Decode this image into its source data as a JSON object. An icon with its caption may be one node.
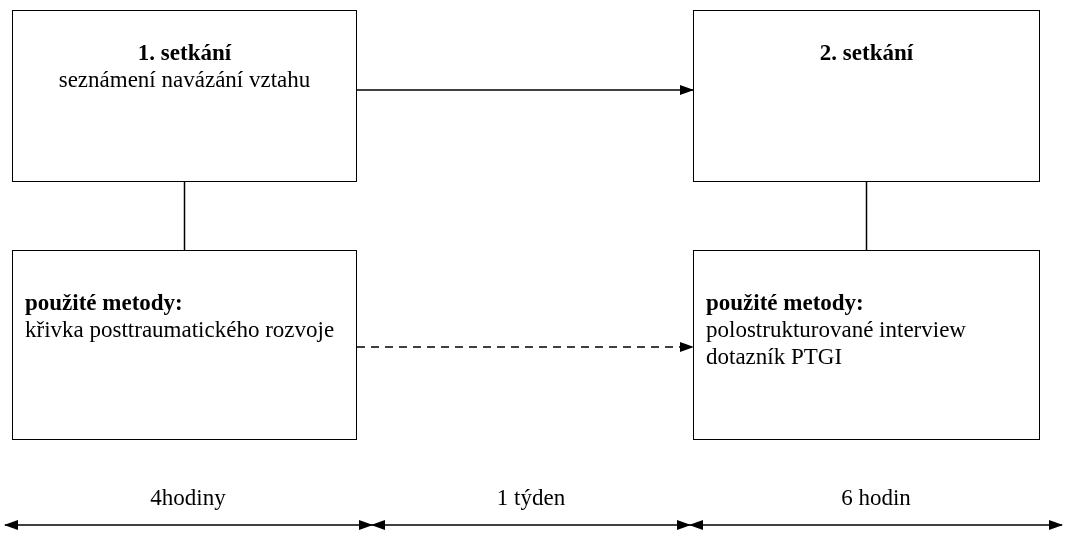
{
  "diagram": {
    "nodes": [
      {
        "text": [
          "1. setkání",
          "seznámení navázání vztahu"
        ]
      },
      {
        "text": [
          "2. setkání"
        ]
      },
      {
        "text": [
          "použité metody:",
          "křivka posttraumatického rozvoje"
        ]
      },
      {
        "text": [
          "použité metody:",
          "polostrukturované interview dotazník PTGI"
        ]
      }
    ],
    "edges": [
      {
        "from": 0,
        "to": 1,
        "arrow": "to"
      },
      {
        "from": 0,
        "to": 2,
        "arrow": "none"
      },
      {
        "from": 1,
        "to": 3,
        "arrow": "none"
      },
      {
        "from": 2,
        "to": 3,
        "arrow": "to",
        "style": "dashed"
      }
    ],
    "labels": [
      "4hodiny",
      "1 týden",
      "6 hodin"
    ]
  }
}
